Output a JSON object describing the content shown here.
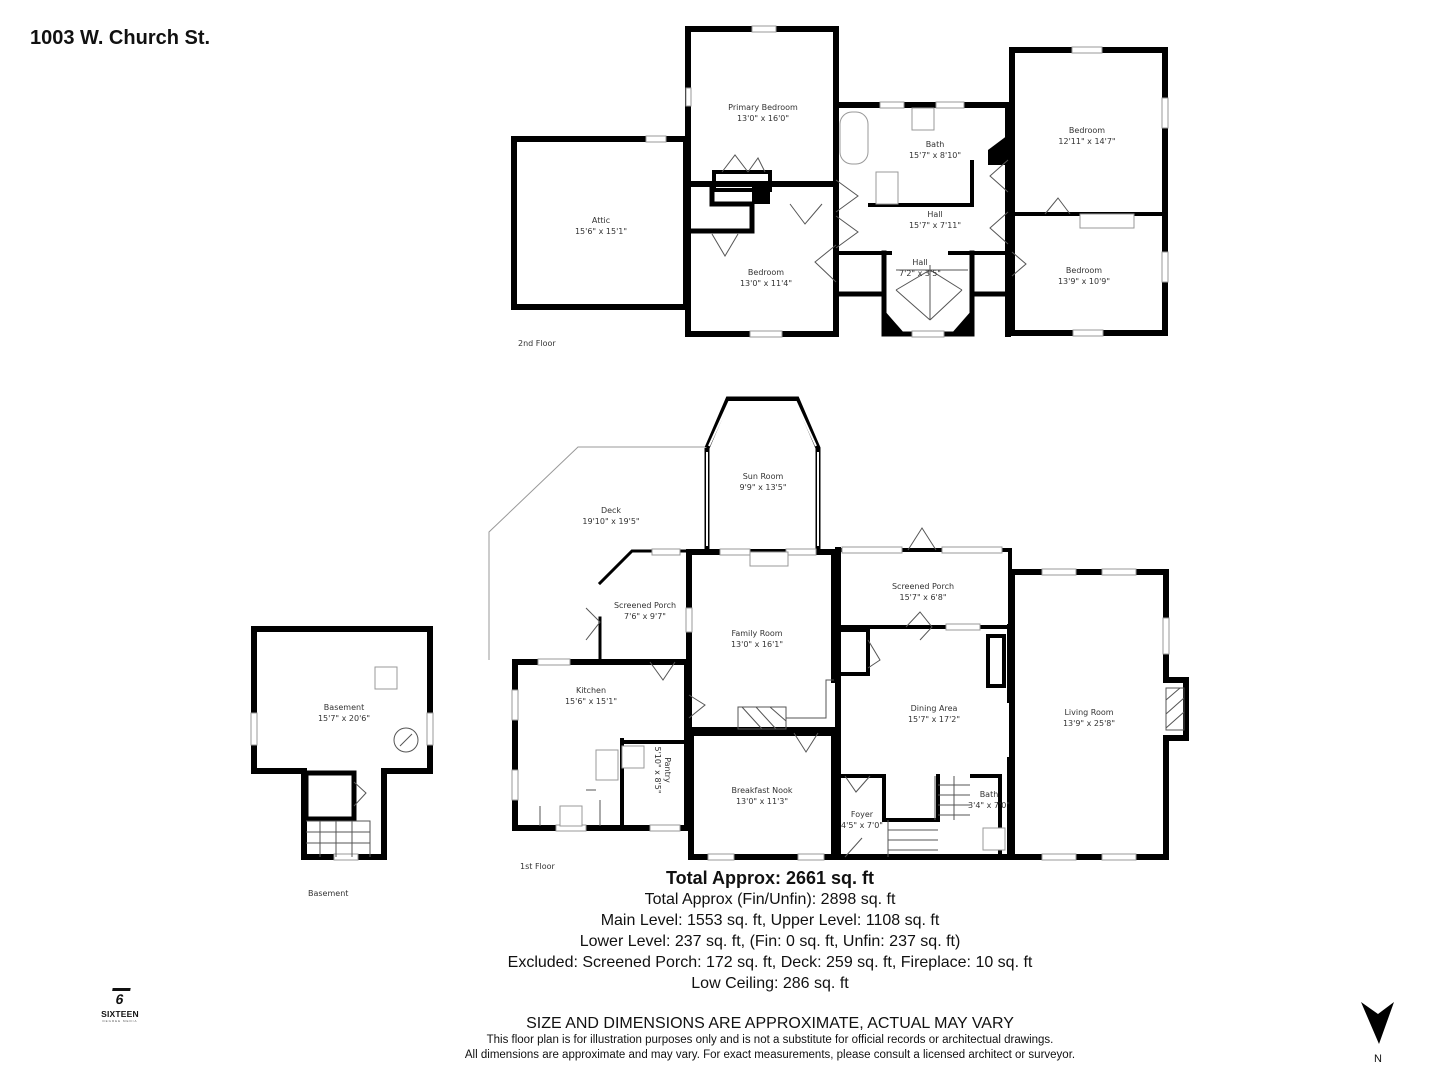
{
  "address": "1003 W. Church St.",
  "floors": {
    "second": {
      "label": "2nd Floor",
      "rooms": [
        {
          "name": "Primary Bedroom",
          "dims": "13'0\" x 16'0\""
        },
        {
          "name": "Bath",
          "dims": "15'7\" x 8'10\""
        },
        {
          "name": "Bedroom",
          "dims": "12'11\" x 14'7\""
        },
        {
          "name": "Attic",
          "dims": "15'6\" x 15'1\""
        },
        {
          "name": "Hall",
          "dims": "15'7\" x 7'11\""
        },
        {
          "name": "Bedroom",
          "dims": "13'0\" x 11'4\""
        },
        {
          "name": "Hall",
          "dims": "7'2\" x 3'5\""
        },
        {
          "name": "Bedroom",
          "dims": "13'9\" x 10'9\""
        }
      ]
    },
    "first": {
      "label": "1st Floor",
      "rooms": [
        {
          "name": "Sun Room",
          "dims": "9'9\" x 13'5\""
        },
        {
          "name": "Deck",
          "dims": "19'10\" x 19'5\""
        },
        {
          "name": "Screened Porch",
          "dims": "15'7\" x 6'8\""
        },
        {
          "name": "Screened Porch",
          "dims": "7'6\" x 9'7\""
        },
        {
          "name": "Family Room",
          "dims": "13'0\" x 16'1\""
        },
        {
          "name": "Kitchen",
          "dims": "15'6\" x 15'1\""
        },
        {
          "name": "Dining Area",
          "dims": "15'7\" x 17'2\""
        },
        {
          "name": "Living Room",
          "dims": "13'9\" x 25'8\""
        },
        {
          "name": "Pantry",
          "dims": "5'10\" x 8'5\""
        },
        {
          "name": "Breakfast Nook",
          "dims": "13'0\" x 11'3\""
        },
        {
          "name": "Foyer",
          "dims": "4'5\" x 7'0\""
        },
        {
          "name": "Bath",
          "dims": "3'4\" x 7'0\""
        }
      ]
    },
    "basement": {
      "label": "Basement",
      "rooms": [
        {
          "name": "Basement",
          "dims": "15'7\" x 20'6\""
        }
      ]
    }
  },
  "summary": [
    "Total Approx: 2661 sq. ft",
    "Total Approx (Fin/Unfin): 2898 sq. ft",
    "Main Level: 1553 sq. ft, Upper Level: 1108 sq. ft",
    "Lower Level:  237 sq. ft, (Fin:  0 sq. ft, Unfin: 237 sq. ft)",
    "Excluded: Screened Porch: 172 sq. ft, Deck: 259 sq. ft, Fireplace: 10 sq. ft",
    "Low Ceiling: 286 sq. ft"
  ],
  "disclaimer": {
    "heading": "SIZE AND DIMENSIONS ARE APPROXIMATE, ACTUAL MAY VARY",
    "line1": "This floor plan is for illustration purposes only and is not a substitute for official records or architectual drawings.",
    "line2": "All dimensions are approximate and may vary. For exact measurements, please consult a licensed architect or surveyor."
  },
  "logo": {
    "mark": "6",
    "name": "SIXTEEN",
    "sub": "DEGREE MEDIA"
  },
  "compass": {
    "label": "N",
    "icon": "north-arrow-icon"
  }
}
